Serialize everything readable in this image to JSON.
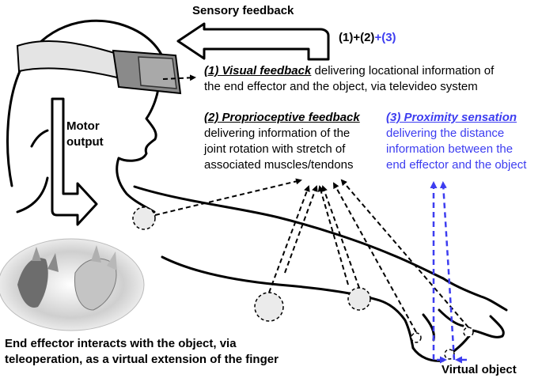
{
  "colors": {
    "ink": "#000000",
    "proximity_blue": "#3d3df0",
    "goggle_gray": "#8a8a8a",
    "strap_gray": "#e4e4e4",
    "photo_dark": "#555555"
  },
  "labels": {
    "sensory_feedback": "Sensory feedback",
    "formula_12": "(1)+(2)",
    "formula_3": "+(3)",
    "motor_output_line1": "Motor",
    "motor_output_line2": "output",
    "virtual_object": "Virtual object"
  },
  "visual_feedback": {
    "title": "(1) Visual feedback",
    "text_inline": " delivering locational information of",
    "line2": "the end effector and the object, via televideo system"
  },
  "proprioceptive_feedback": {
    "title": "(2) Proprioceptive feedback",
    "line1": "delivering information of the",
    "line2": "joint rotation with stretch of",
    "line3": "associated muscles/tendons"
  },
  "proximity_sensation": {
    "title": "(3) Proximity sensation",
    "line1": "delivering the distance",
    "line2": "information between the",
    "line3": "end effector and the object"
  },
  "caption": {
    "line1": "End effector interacts with the object, via",
    "line2": "teleoperation, as a virtual extension of the finger"
  },
  "icons": {
    "head": "head-silhouette-icon",
    "goggles": "vr-headset-icon",
    "arm": "arm-outline-icon",
    "photo": "hands-photo-icon"
  }
}
